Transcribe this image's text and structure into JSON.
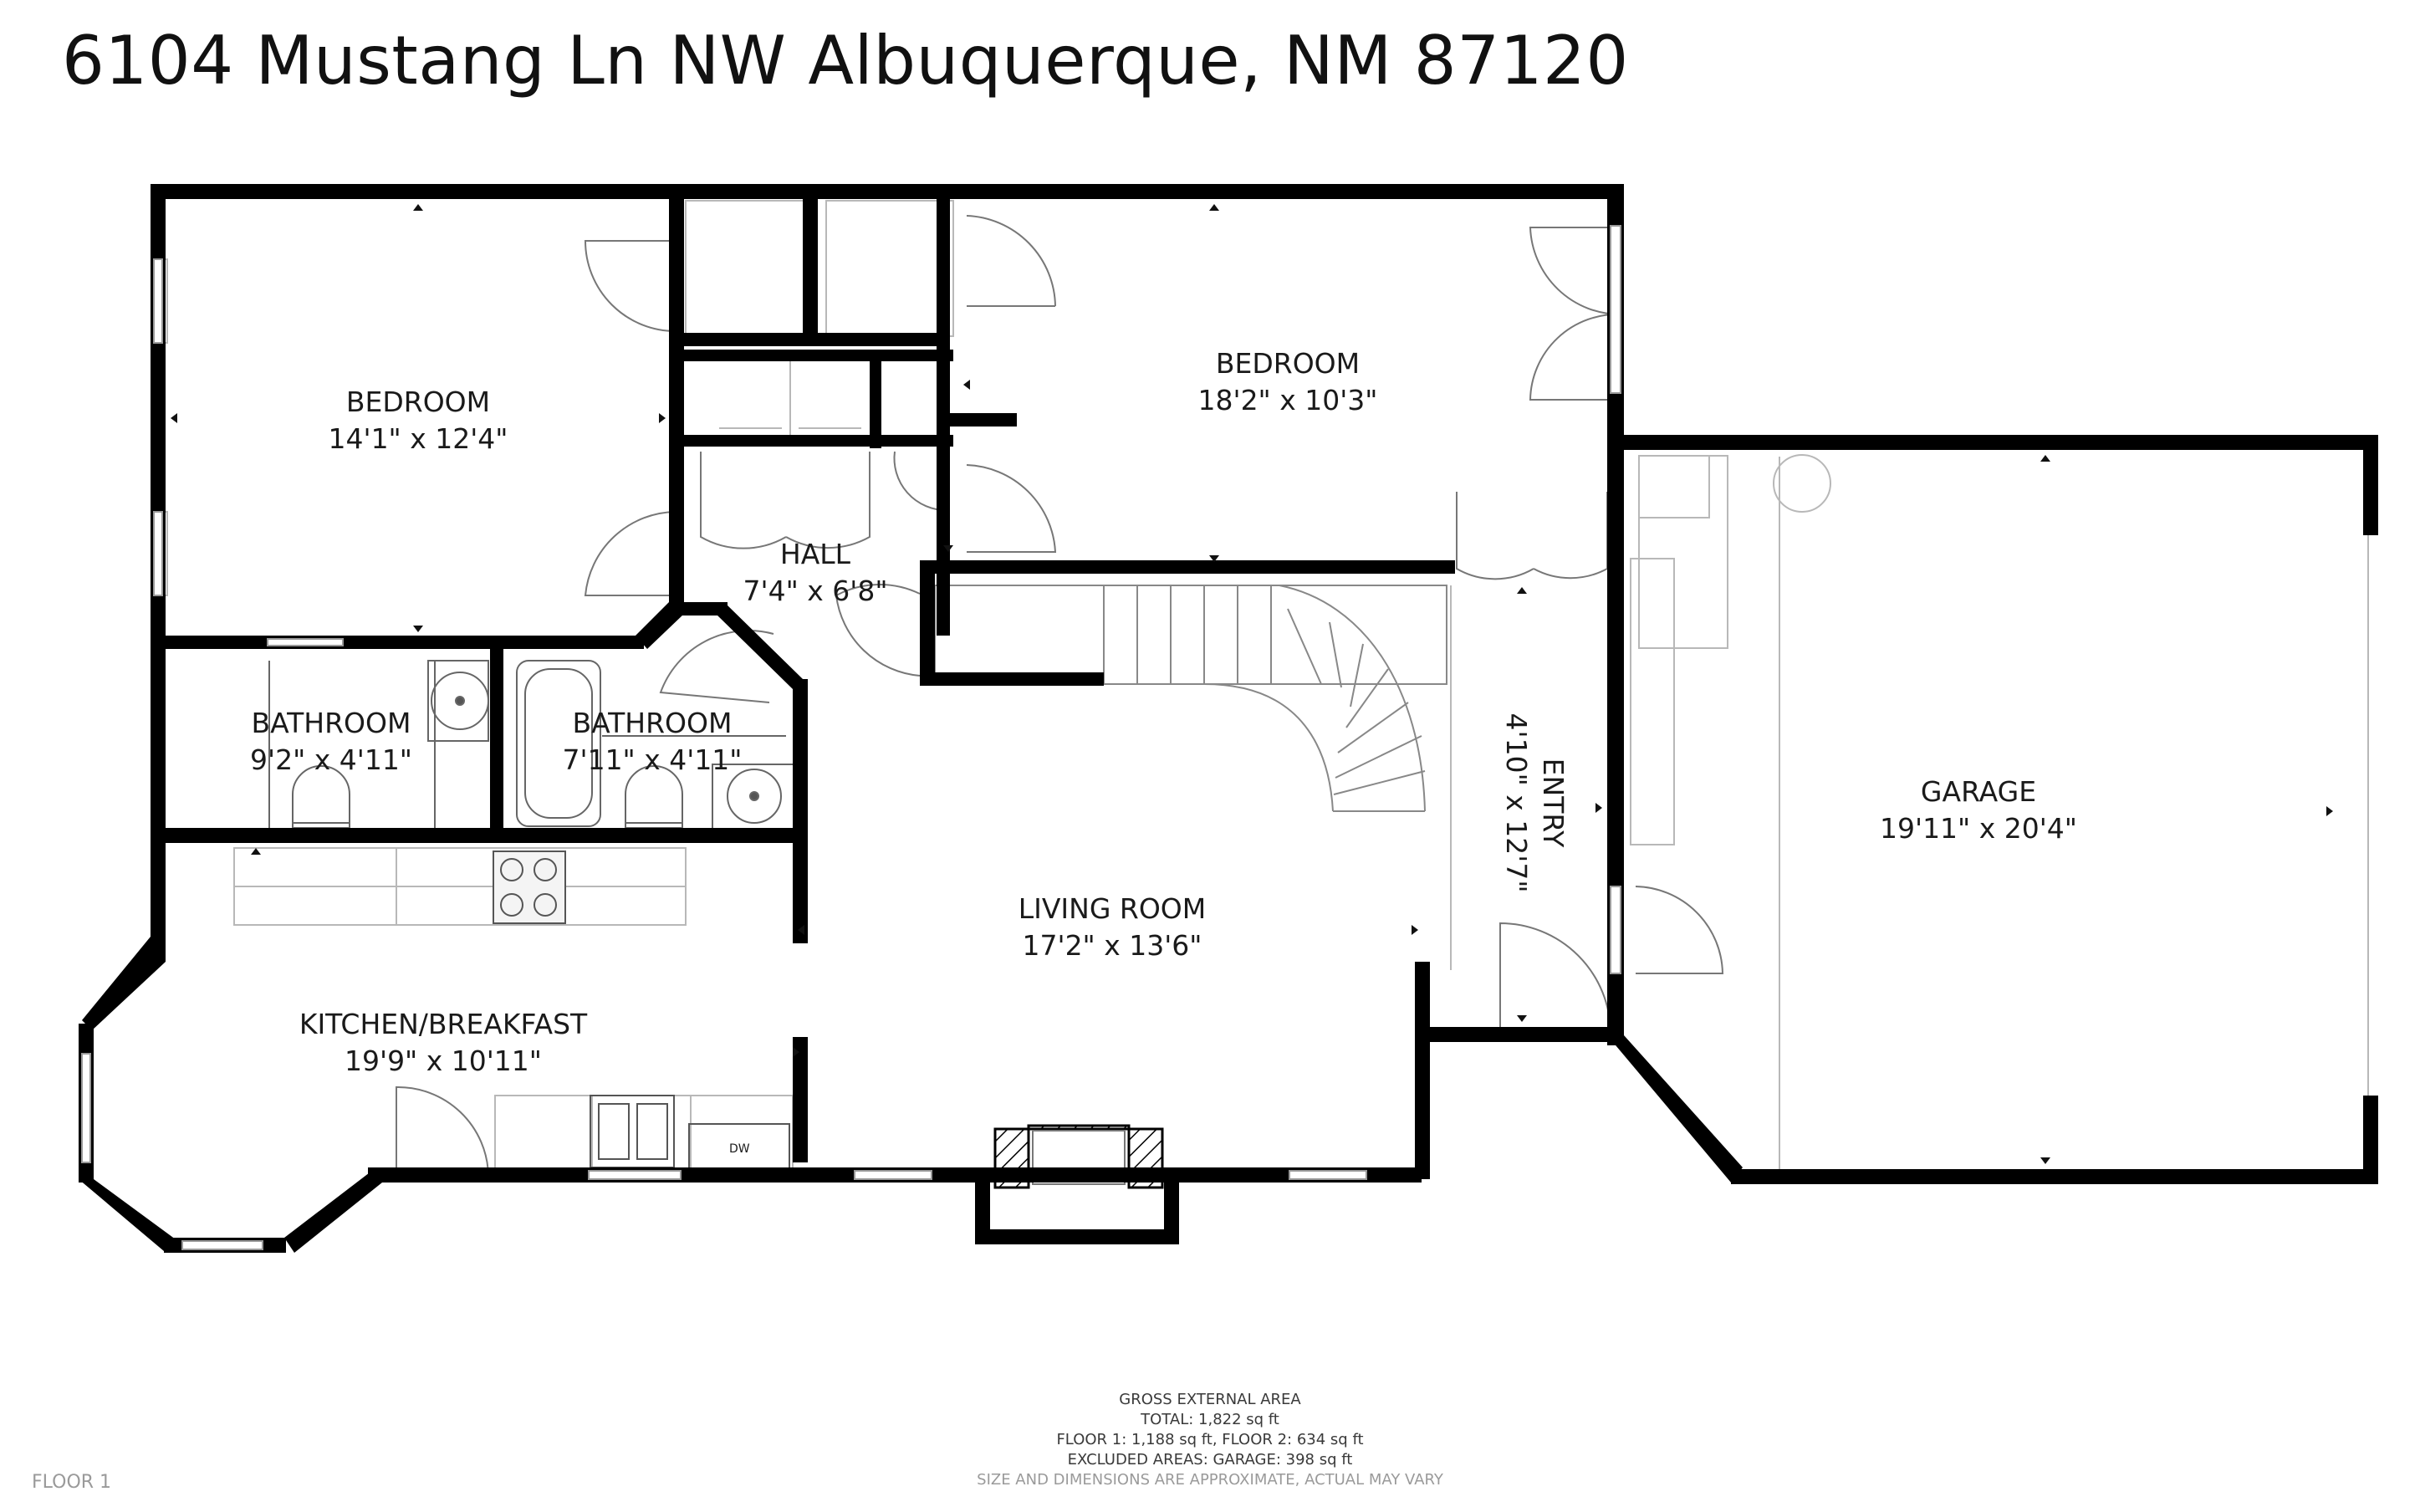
{
  "title": "6104 Mustang Ln NW Albuquerque, NM 87120",
  "floor_label": "FLOOR 1",
  "rooms": {
    "bedroom_left": {
      "name": "BEDROOM",
      "size": "14'1\" x 12'4\""
    },
    "bedroom_right": {
      "name": "BEDROOM",
      "size": "18'2\" x 10'3\""
    },
    "hall": {
      "name": "HALL",
      "size": "7'4\" x 6'8\""
    },
    "bathroom_left": {
      "name": "BATHROOM",
      "size": "9'2\" x 4'11\""
    },
    "bathroom_right": {
      "name": "BATHROOM",
      "size": "7'11\" x 4'11\""
    },
    "living": {
      "name": "LIVING ROOM",
      "size": "17'2\" x 13'6\""
    },
    "kitchen": {
      "name": "KITCHEN/BREAKFAST",
      "size": "19'9\" x 10'11\""
    },
    "entry": {
      "name": "ENTRY",
      "size": "4'10\" x 12'7\""
    },
    "garage": {
      "name": "GARAGE",
      "size": "19'11\" x 20'4\""
    },
    "dishwasher": "DW"
  },
  "footer": {
    "line1": "GROSS EXTERNAL AREA",
    "line2": "TOTAL: 1,822 sq ft",
    "line3": "FLOOR 1: 1,188 sq ft, FLOOR 2: 634 sq ft",
    "line4": "EXCLUDED AREAS: GARAGE: 398 sq ft",
    "line5": "SIZE AND DIMENSIONS ARE APPROXIMATE, ACTUAL MAY VARY"
  },
  "colors": {
    "wall": "#000000",
    "thin": "#b5b5b5",
    "fixture": "#555555"
  }
}
